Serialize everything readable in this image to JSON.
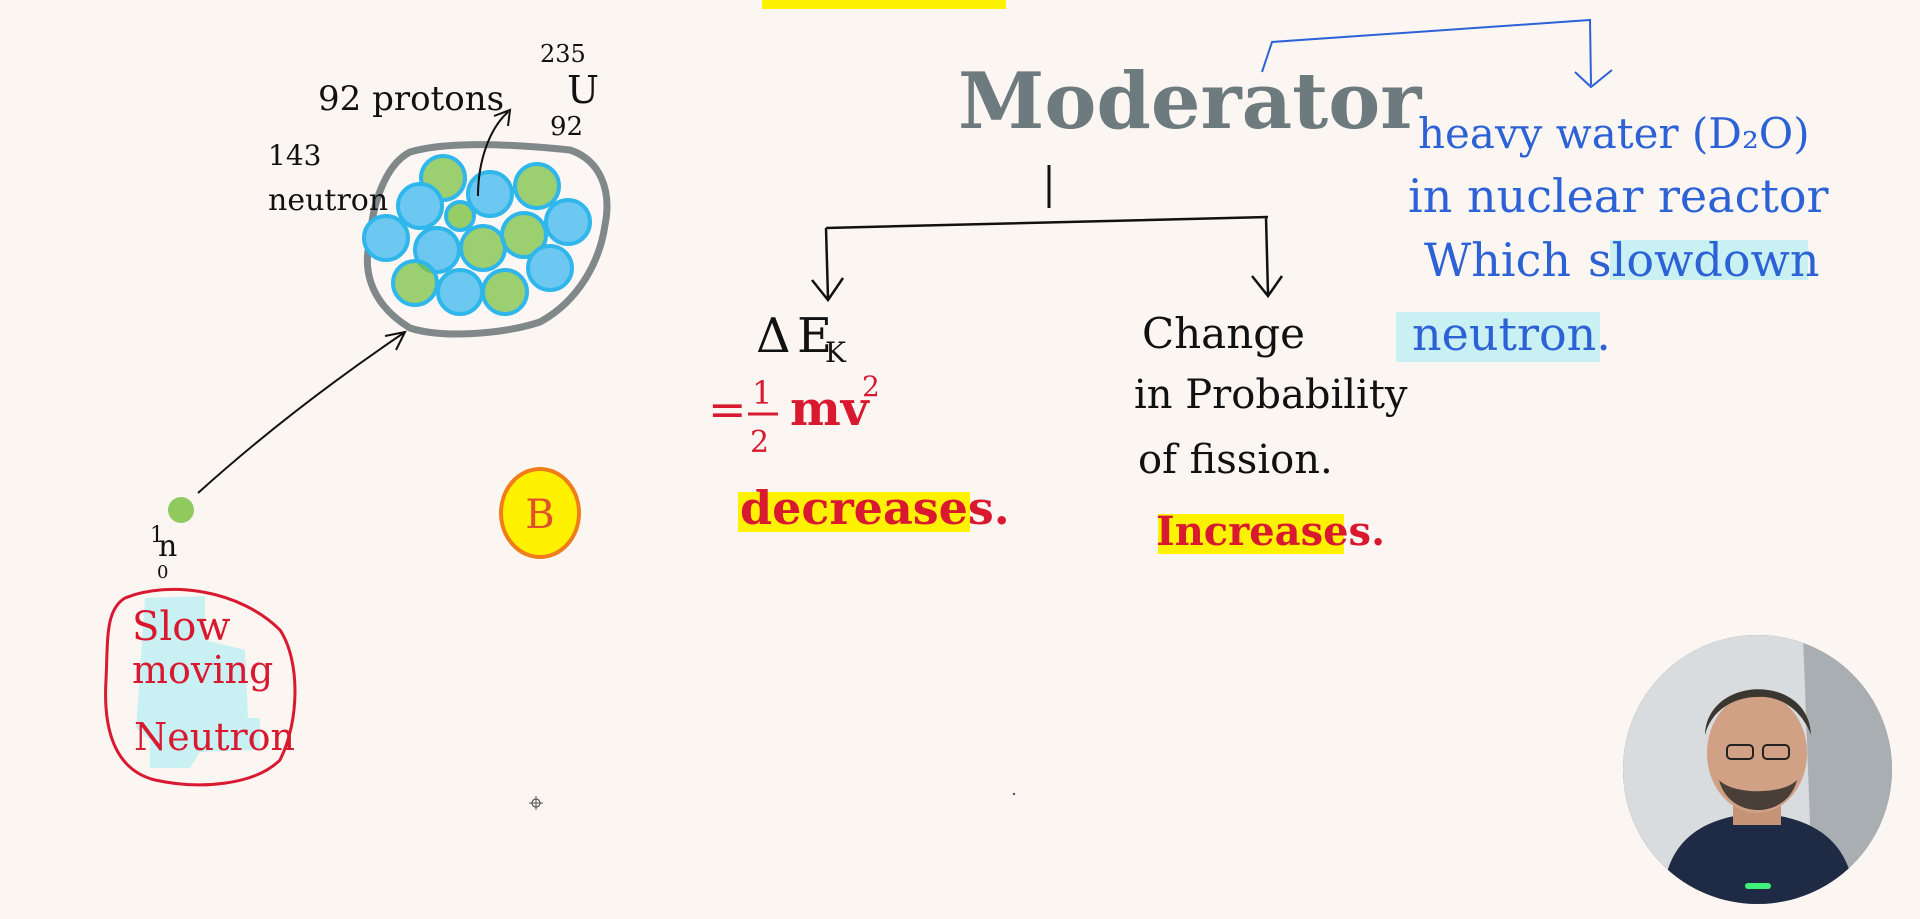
{
  "colors": {
    "background": "#fcf6f3",
    "ink_black": "#111111",
    "ink_red": "#d8192f",
    "ink_blue": "#2c62d6",
    "ink_gray": "#6d7b7e",
    "highlight_yellow": "#fff200",
    "highlight_cyan": "#c9f1f4",
    "proton_green": "#7cc243",
    "neutron_blue": "#2fb6ea",
    "nucleus_border": "#808889"
  },
  "nucleus_labels": {
    "mass_number": "235",
    "symbol": "U",
    "atomic_number": "92",
    "protons": "92 protons",
    "neutron_count": "143",
    "neutron_word": "neutron"
  },
  "incoming": {
    "mass": "1",
    "symbol": "n",
    "charge": "0",
    "line1": "Slow",
    "line2": "moving",
    "line3": "Neutron"
  },
  "badge": "B",
  "moderator": {
    "title": "Moderator",
    "left_label_delta": "Δ",
    "left_label_e": "E",
    "left_label_sub": "K",
    "formula_eq": "=",
    "formula_num": "1",
    "formula_den": "2",
    "formula_mv": "mv",
    "formula_exp": "2",
    "left_result": "decreases.",
    "right_line1": "Change",
    "right_line2": "in Probability",
    "right_line3": "of fission.",
    "right_result": "Increases."
  },
  "note": {
    "line1": "heavy water (D₂O)",
    "line2": "in nuclear reactor",
    "line3_a": "Which",
    "line3_b": "slowdown",
    "line4": "neutron."
  },
  "webcam_icon": "presenter-avatar-icon",
  "cursor_icon": "crosshair-cursor-icon"
}
